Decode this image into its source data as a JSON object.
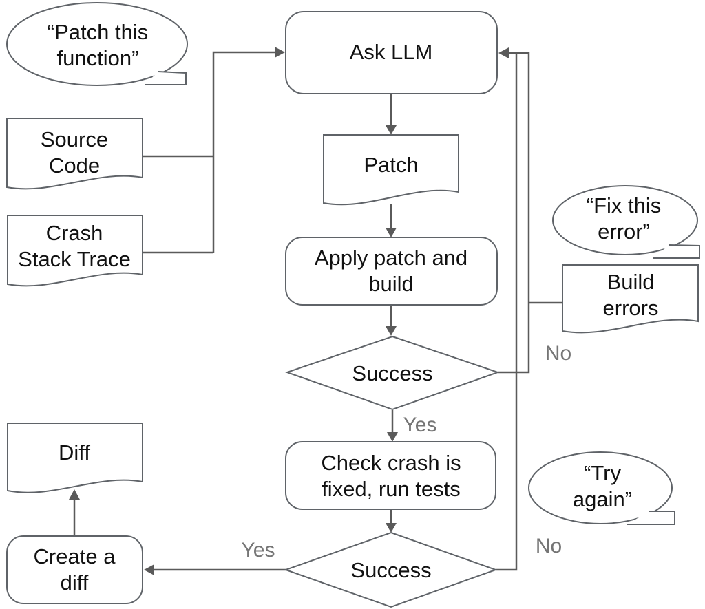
{
  "diagram": {
    "title": "LLM crash patching flowchart",
    "colors": {
      "background": "#ffffff",
      "shape_fill": "#ffffff",
      "shape_stroke": "#5f6368",
      "connector": "#5a5a5a",
      "node_text": "#111111",
      "edge_label_text": "#757575"
    },
    "nodes": {
      "patch_this_function_bubble": {
        "type": "speech-bubble",
        "label": "“Patch this\nfunction”"
      },
      "source_code_doc": {
        "type": "document",
        "label": "Source\nCode"
      },
      "crash_stack_trace_doc": {
        "type": "document",
        "label": "Crash\nStack Trace"
      },
      "ask_llm": {
        "type": "process",
        "label": "Ask LLM"
      },
      "patch_doc": {
        "type": "document",
        "label": "Patch"
      },
      "apply_patch_and_build": {
        "type": "process",
        "label": "Apply patch and\nbuild"
      },
      "build_success_decision": {
        "type": "decision",
        "label": "Success"
      },
      "fix_this_error_bubble": {
        "type": "speech-bubble",
        "label": "“Fix this\nerror”"
      },
      "build_errors_doc": {
        "type": "document",
        "label": "Build errors"
      },
      "check_crash_fixed": {
        "type": "process",
        "label": "Check crash is\nfixed, run tests"
      },
      "tests_success_decision": {
        "type": "decision",
        "label": "Success"
      },
      "try_again_bubble": {
        "type": "speech-bubble",
        "label": "“Try\nagain”"
      },
      "create_a_diff": {
        "type": "process",
        "label": "Create a\ndiff"
      },
      "diff_doc": {
        "type": "document",
        "label": "Diff"
      }
    },
    "edge_labels": {
      "build_success_yes": "Yes",
      "build_success_no": "No",
      "tests_success_yes": "Yes",
      "tests_success_no": "No"
    }
  }
}
